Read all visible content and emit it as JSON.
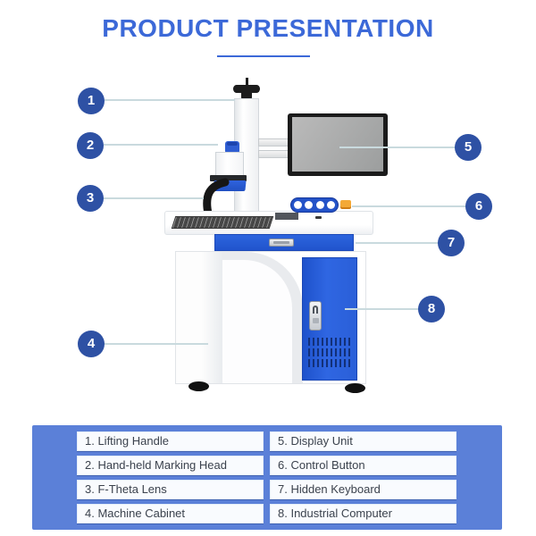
{
  "title": "PRODUCT PRESENTATION",
  "markers": [
    {
      "number": "1"
    },
    {
      "number": "2"
    },
    {
      "number": "3"
    },
    {
      "number": "4"
    },
    {
      "number": "5"
    },
    {
      "number": "6"
    },
    {
      "number": "7"
    },
    {
      "number": "8"
    }
  ],
  "legend": {
    "items": [
      "1. Lifting Handle",
      "2. Hand-held Marking Head",
      "3. F-Theta Lens",
      "4. Machine Cabinet",
      "5. Display Unit",
      "6. Control Button",
      "7. Hidden Keyboard",
      "8. Industrial Computer"
    ]
  },
  "colors": {
    "accent_blue": "#3c69d8",
    "marker_navy": "#2e51a4",
    "machine_blue": "#2a62dc",
    "legend_panel_blue": "#5b80d8",
    "leader_line": "#c9dade"
  }
}
